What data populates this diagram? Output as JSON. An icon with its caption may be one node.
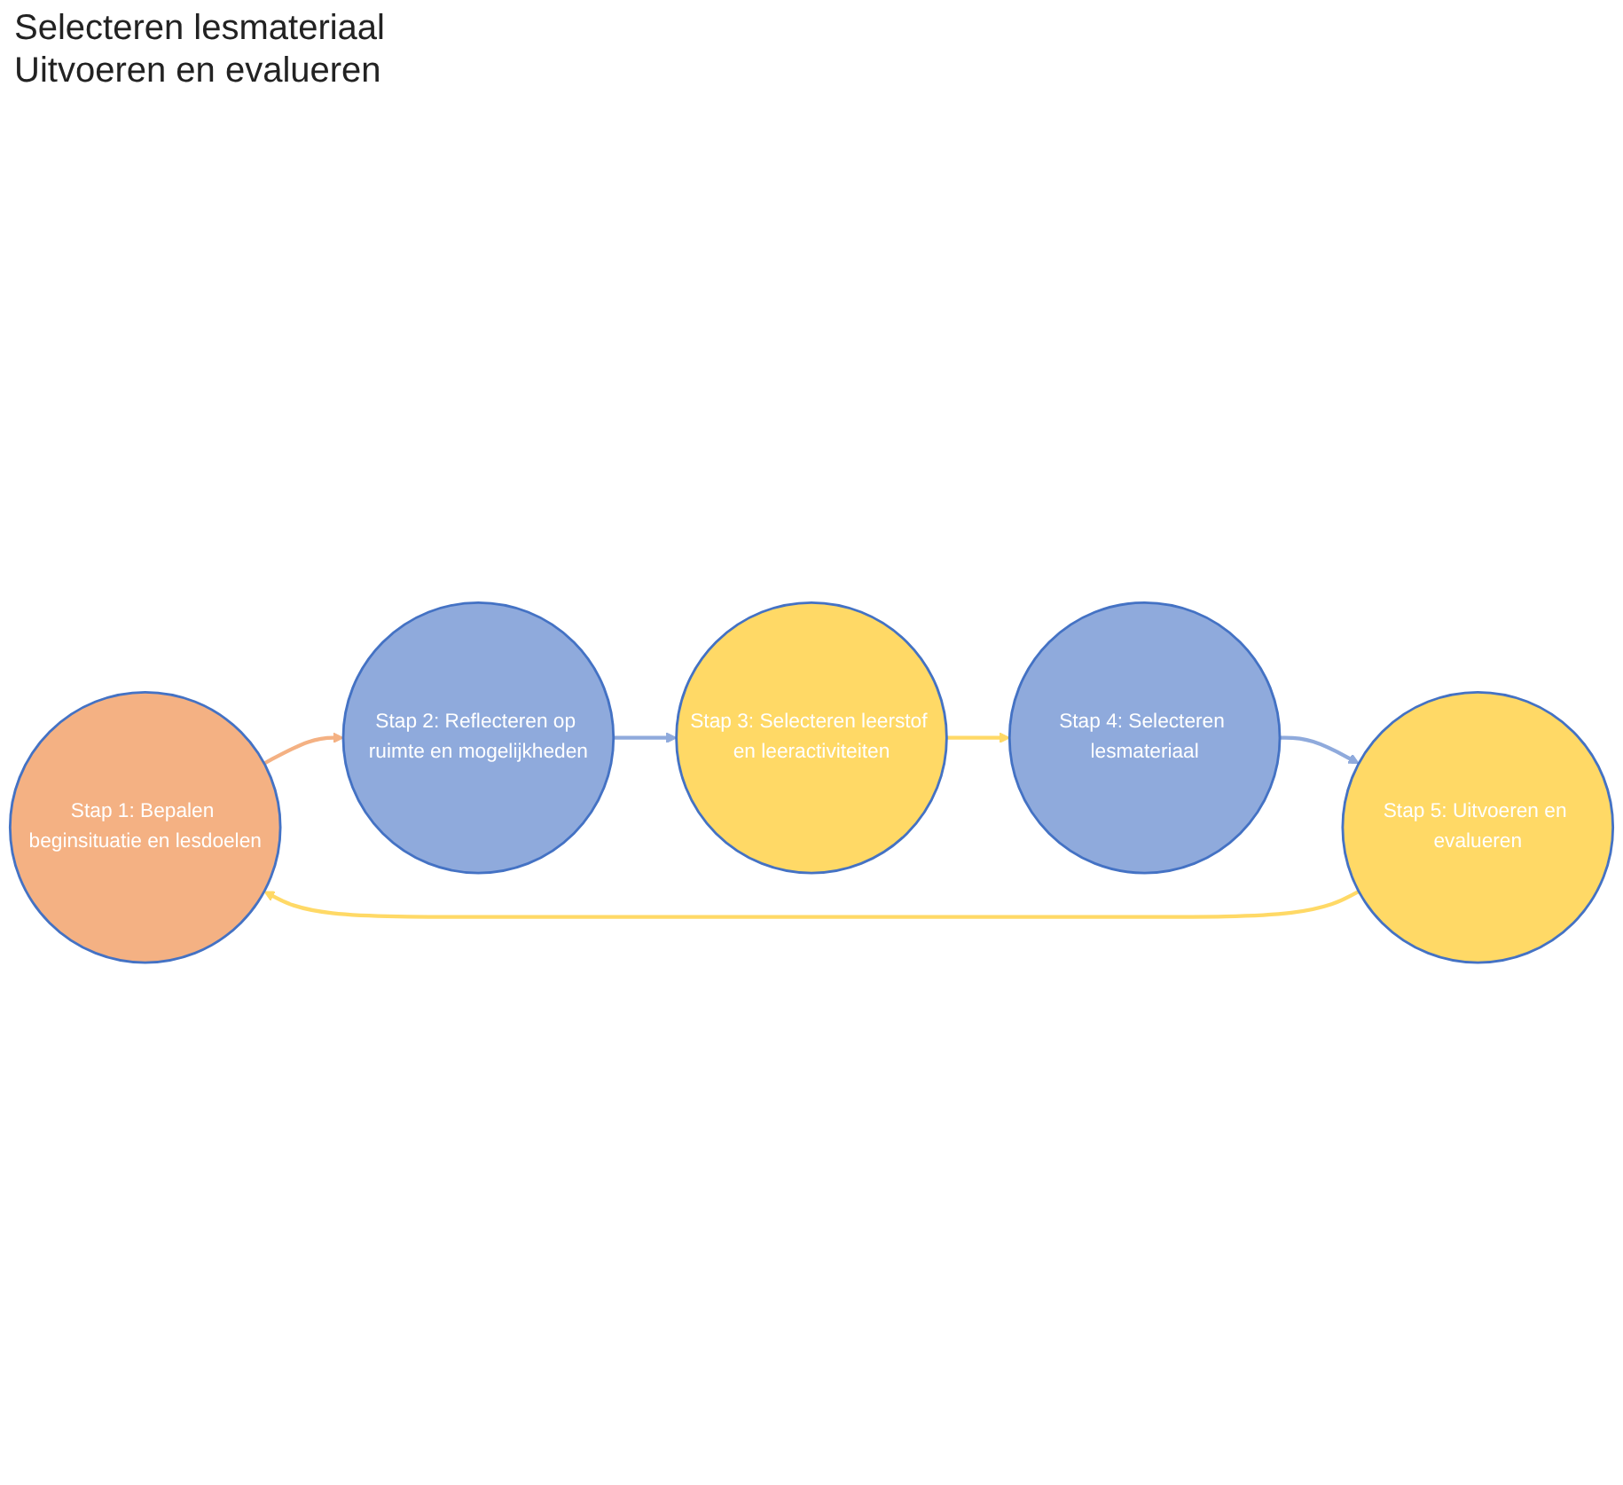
{
  "diagram": {
    "nodes": [
      {
        "text": [
          "Stap 1: Bepalen beginsituatie en lesdoelen"
        ]
      },
      {
        "text": [
          "Stap 2: Reflecteren op ruimte en mogelijkheden"
        ]
      },
      {
        "text": [
          "Stap 3: Selecteren leerstof en leeractiviteiten"
        ]
      },
      {
        "text": [
          "Stap 4: Selecteren lesmateriaal"
        ]
      },
      {
        "text": [
          "Stap 5: Uitvoeren en evalueren"
        ]
      }
    ],
    "edges": [
      {
        "from": 0,
        "to": 1,
        "arrow": "to",
        "color": "#f4b183"
      },
      {
        "from": 1,
        "to": 2,
        "arrow": "to",
        "color": "#8faadc"
      },
      {
        "from": 2,
        "to": 3,
        "arrow": "to",
        "color": "#ffd966"
      },
      {
        "from": 3,
        "to": 4,
        "arrow": "to",
        "color": "#8faadc"
      },
      {
        "from": 4,
        "to": 0,
        "arrow": "to",
        "color": "#ffd966"
      }
    ],
    "labels": [
      "Selecteren lesmateriaal",
      "Uitvoeren en evalueren"
    ]
  }
}
